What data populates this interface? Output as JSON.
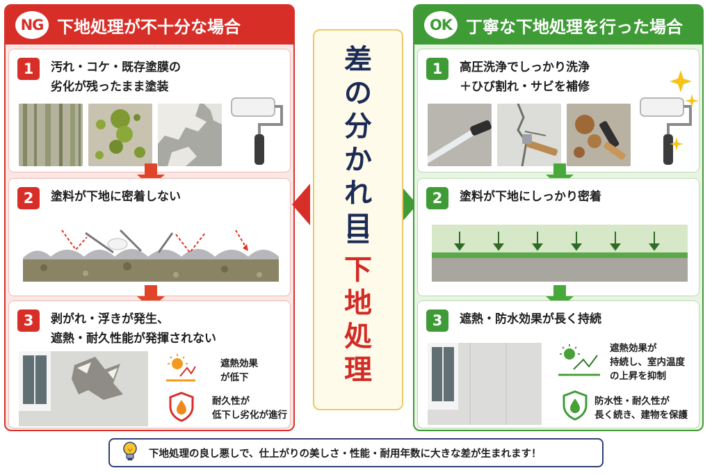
{
  "ng": {
    "badge": "NG",
    "title": "下地処理が不十分な場合",
    "steps": [
      {
        "num": "1",
        "lines": [
          "汚れ・コケ・既存塗膜の",
          "劣化が残ったまま塗装"
        ]
      },
      {
        "num": "2",
        "lines": [
          "塗料が下地に密着しない"
        ]
      },
      {
        "num": "3",
        "lines": [
          "剥がれ・浮きが発生、",
          "遮熱・耐久性能が発揮されない"
        ]
      }
    ],
    "effects": [
      {
        "lines": [
          "遮熱効果",
          "が低下"
        ],
        "icon": "sun-reflect-icon"
      },
      {
        "lines": [
          "耐久性が",
          "低下し劣化が進行"
        ],
        "icon": "shield-drop-icon"
      }
    ]
  },
  "ok": {
    "badge": "OK",
    "title": "丁寧な下地処理を行った場合",
    "steps": [
      {
        "num": "1",
        "lines": [
          "高圧洗浄でしっかり洗浄",
          "＋ひび割れ・サビを補修"
        ]
      },
      {
        "num": "2",
        "lines": [
          "塗料が下地にしっかり密着"
        ]
      },
      {
        "num": "3",
        "lines": [
          "遮熱・防水効果が長く持続"
        ]
      }
    ],
    "effects": [
      {
        "lines": [
          "遮熱効果が",
          "持続し、室内温度",
          "の上昇を抑制"
        ],
        "icon": "sun-reflect-icon"
      },
      {
        "lines": [
          "防水性・耐久性が",
          "長く続き、建物を保護"
        ],
        "icon": "shield-drop-icon"
      }
    ]
  },
  "center": {
    "top_chars": [
      "差",
      "の",
      "分",
      "か",
      "れ",
      "目"
    ],
    "equals": "＝",
    "bottom_chars": [
      "下",
      "地",
      "処",
      "理"
    ]
  },
  "footer": {
    "icon": "lightbulb-icon",
    "text": "下地処理の良し悪しで、仕上がりの美しさ・性能・耐用年数に大きな差が生まれます！"
  },
  "colors": {
    "ng": "#d72e28",
    "ok": "#3e9b35",
    "center_text": "#1b2b55",
    "footer_border": "#2f3e73"
  }
}
